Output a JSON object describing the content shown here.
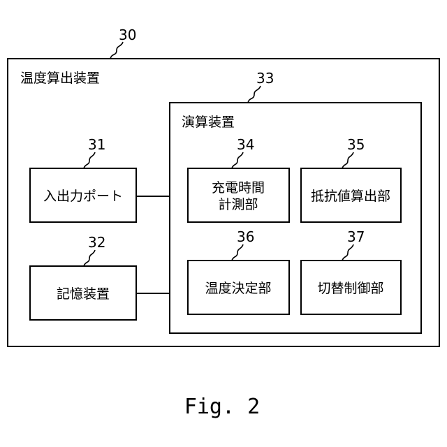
{
  "outer": {
    "ref": "30",
    "label": "温度算出装置"
  },
  "compute": {
    "ref": "33",
    "label": "演算装置"
  },
  "io_port": {
    "ref": "31",
    "label": "入出力ポート"
  },
  "storage": {
    "ref": "32",
    "label": "記憶装置"
  },
  "charge_timer": {
    "ref": "34",
    "line1": "充電時間",
    "line2": "計測部"
  },
  "resistance_calc": {
    "ref": "35",
    "label": "抵抗値算出部"
  },
  "temp_decide": {
    "ref": "36",
    "label": "温度決定部"
  },
  "switch_control": {
    "ref": "37",
    "label": "切替制御部"
  },
  "caption": "Fig. 2"
}
